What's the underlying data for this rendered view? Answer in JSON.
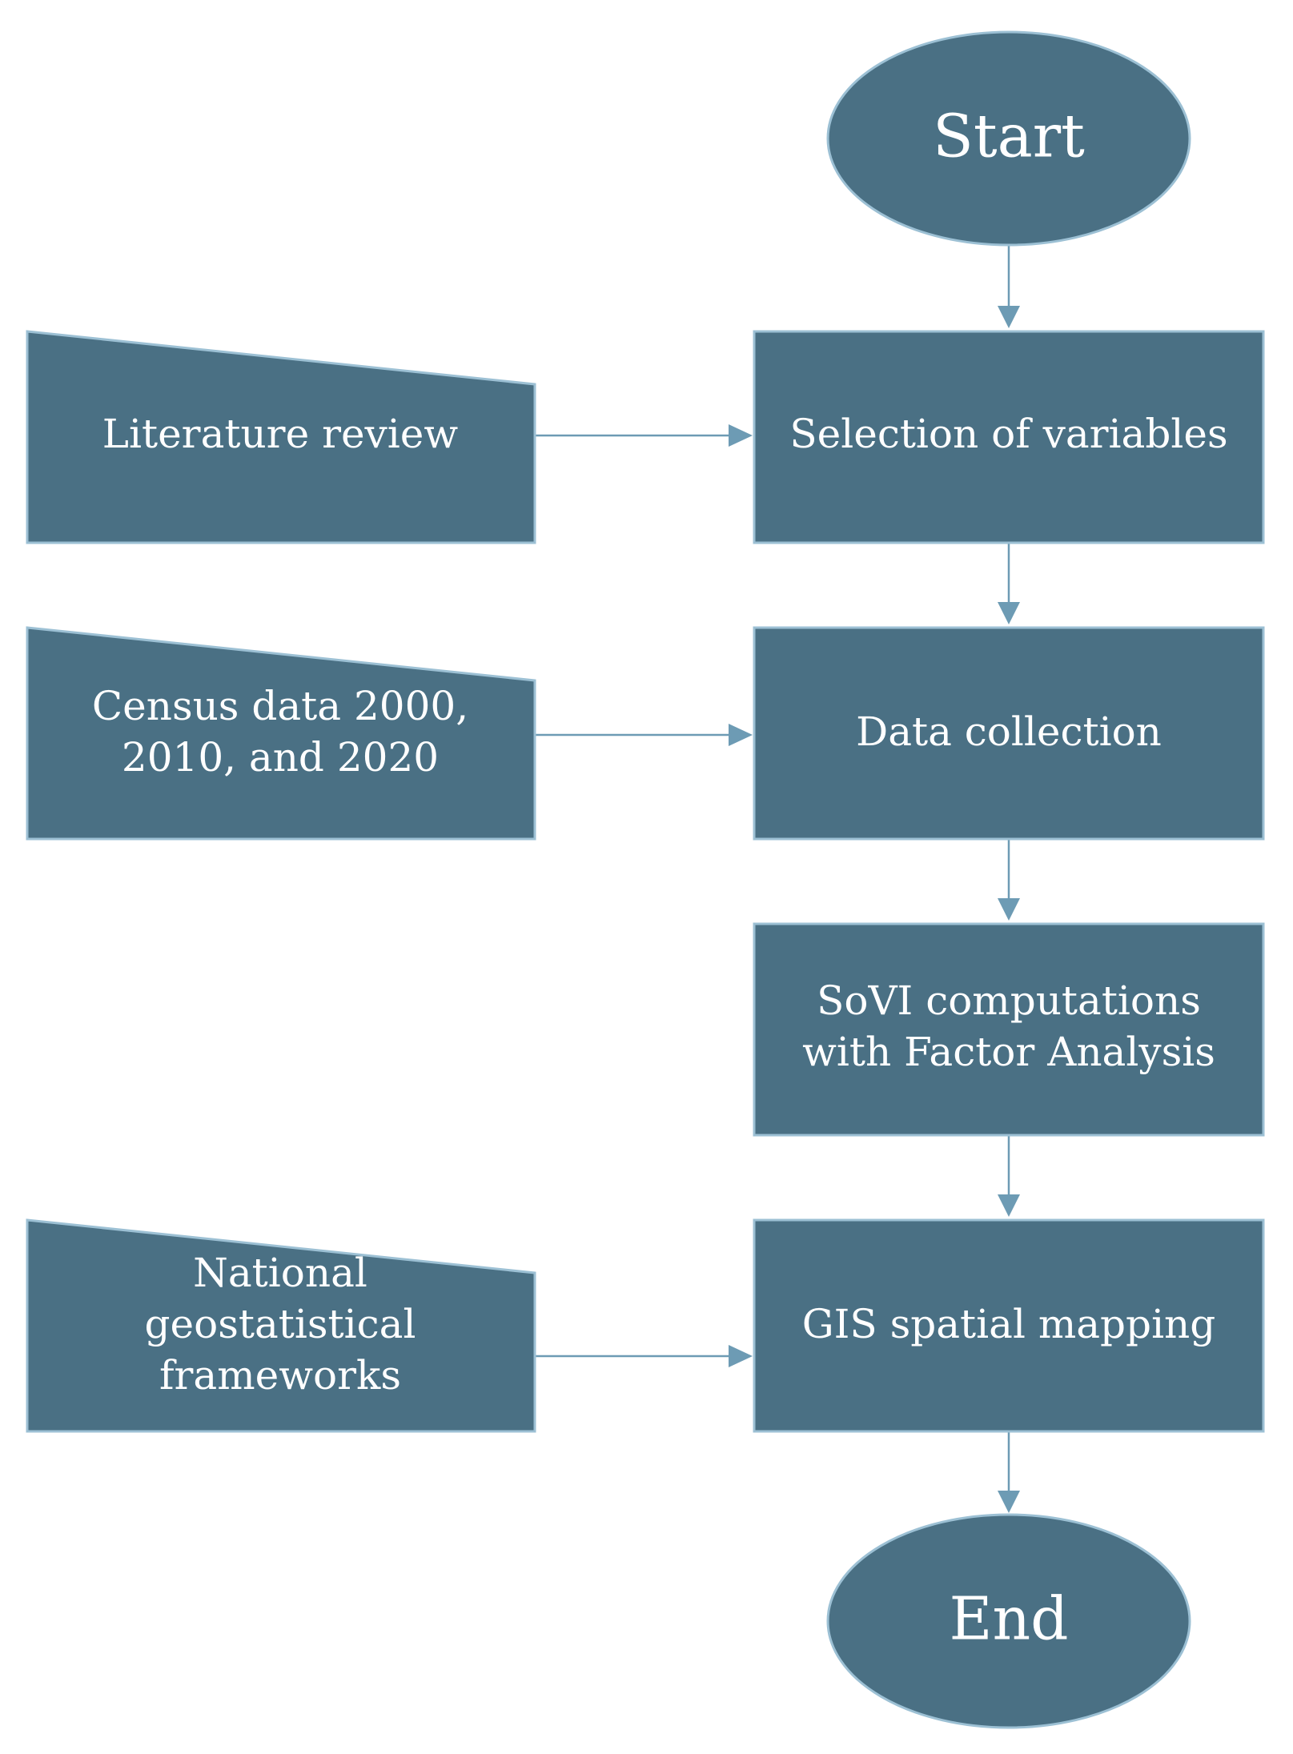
{
  "flowchart": {
    "start": "Start",
    "end": "End",
    "process_steps": [
      "Selection of variables",
      "Data collection",
      "SoVI computations with Factor Analysis",
      "GIS spatial mapping"
    ],
    "inputs": {
      "literature_review": "Literature review",
      "census_data": "Census data 2000, 2010, and 2020",
      "national_geostatistical": "National geostatistical frameworks"
    }
  }
}
